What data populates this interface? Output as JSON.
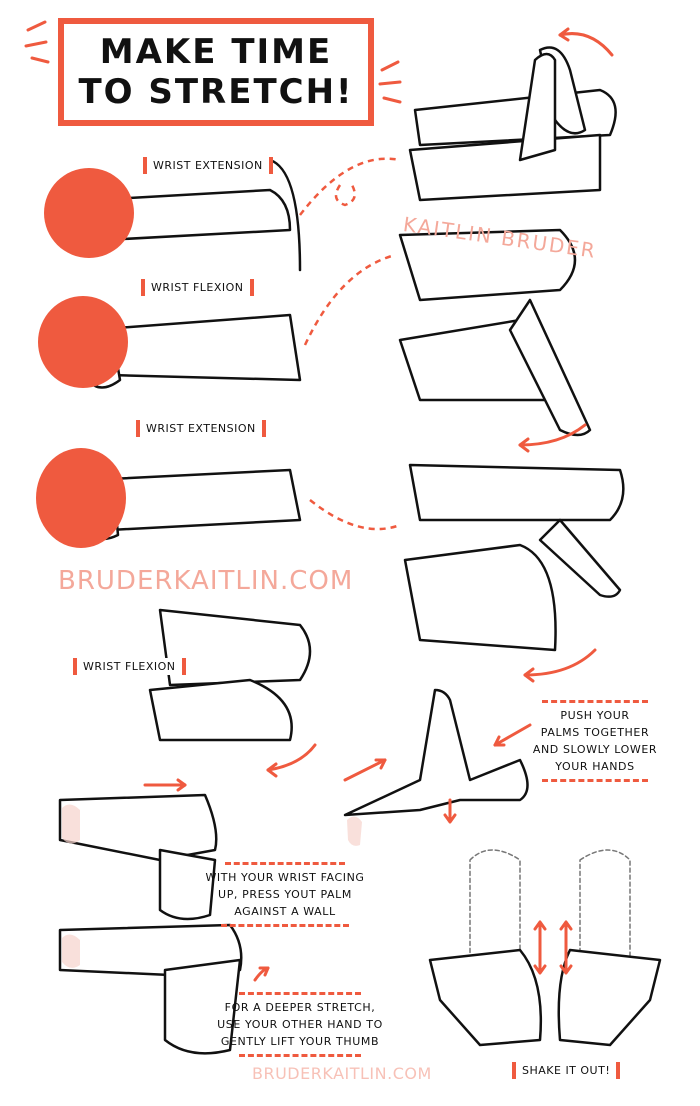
{
  "title": {
    "line1": "MAKE TIME",
    "line2": "TO STRETCH!"
  },
  "colors": {
    "accent": "#ef5a3f",
    "skin_shadow": "#f7d3cc",
    "watermark": "#f4a89a",
    "ink": "#111111"
  },
  "labels": {
    "wrist_extension_1": "WRIST EXTENSION",
    "wrist_flexion_1": "WRIST FLEXION",
    "wrist_extension_2": "WRIST EXTENSION",
    "wrist_flexion_2": "WRIST FLEXION",
    "shake_it_out": "SHAKE IT OUT!"
  },
  "notes": {
    "push_palms": [
      "PUSH YOUR",
      "PALMS TOGETHER",
      "AND SLOWLY LOWER",
      "YOUR HANDS"
    ],
    "wrist_facing": [
      "WITH YOUR WRIST FACING",
      "UP, PRESS YOUT PALM",
      "AGAINST A WALL"
    ],
    "deeper_stretch": [
      "FOR A DEEPER STRETCH,",
      "USE YOUR OTHER HAND TO",
      "GENTLY LIFT YOUR THUMB"
    ]
  },
  "watermarks": {
    "diagonal": "KAITLIN BRUDER",
    "middle": "BRUDERKAITLIN.COM",
    "bottom": "BRUDERKAITLIN.COM"
  }
}
